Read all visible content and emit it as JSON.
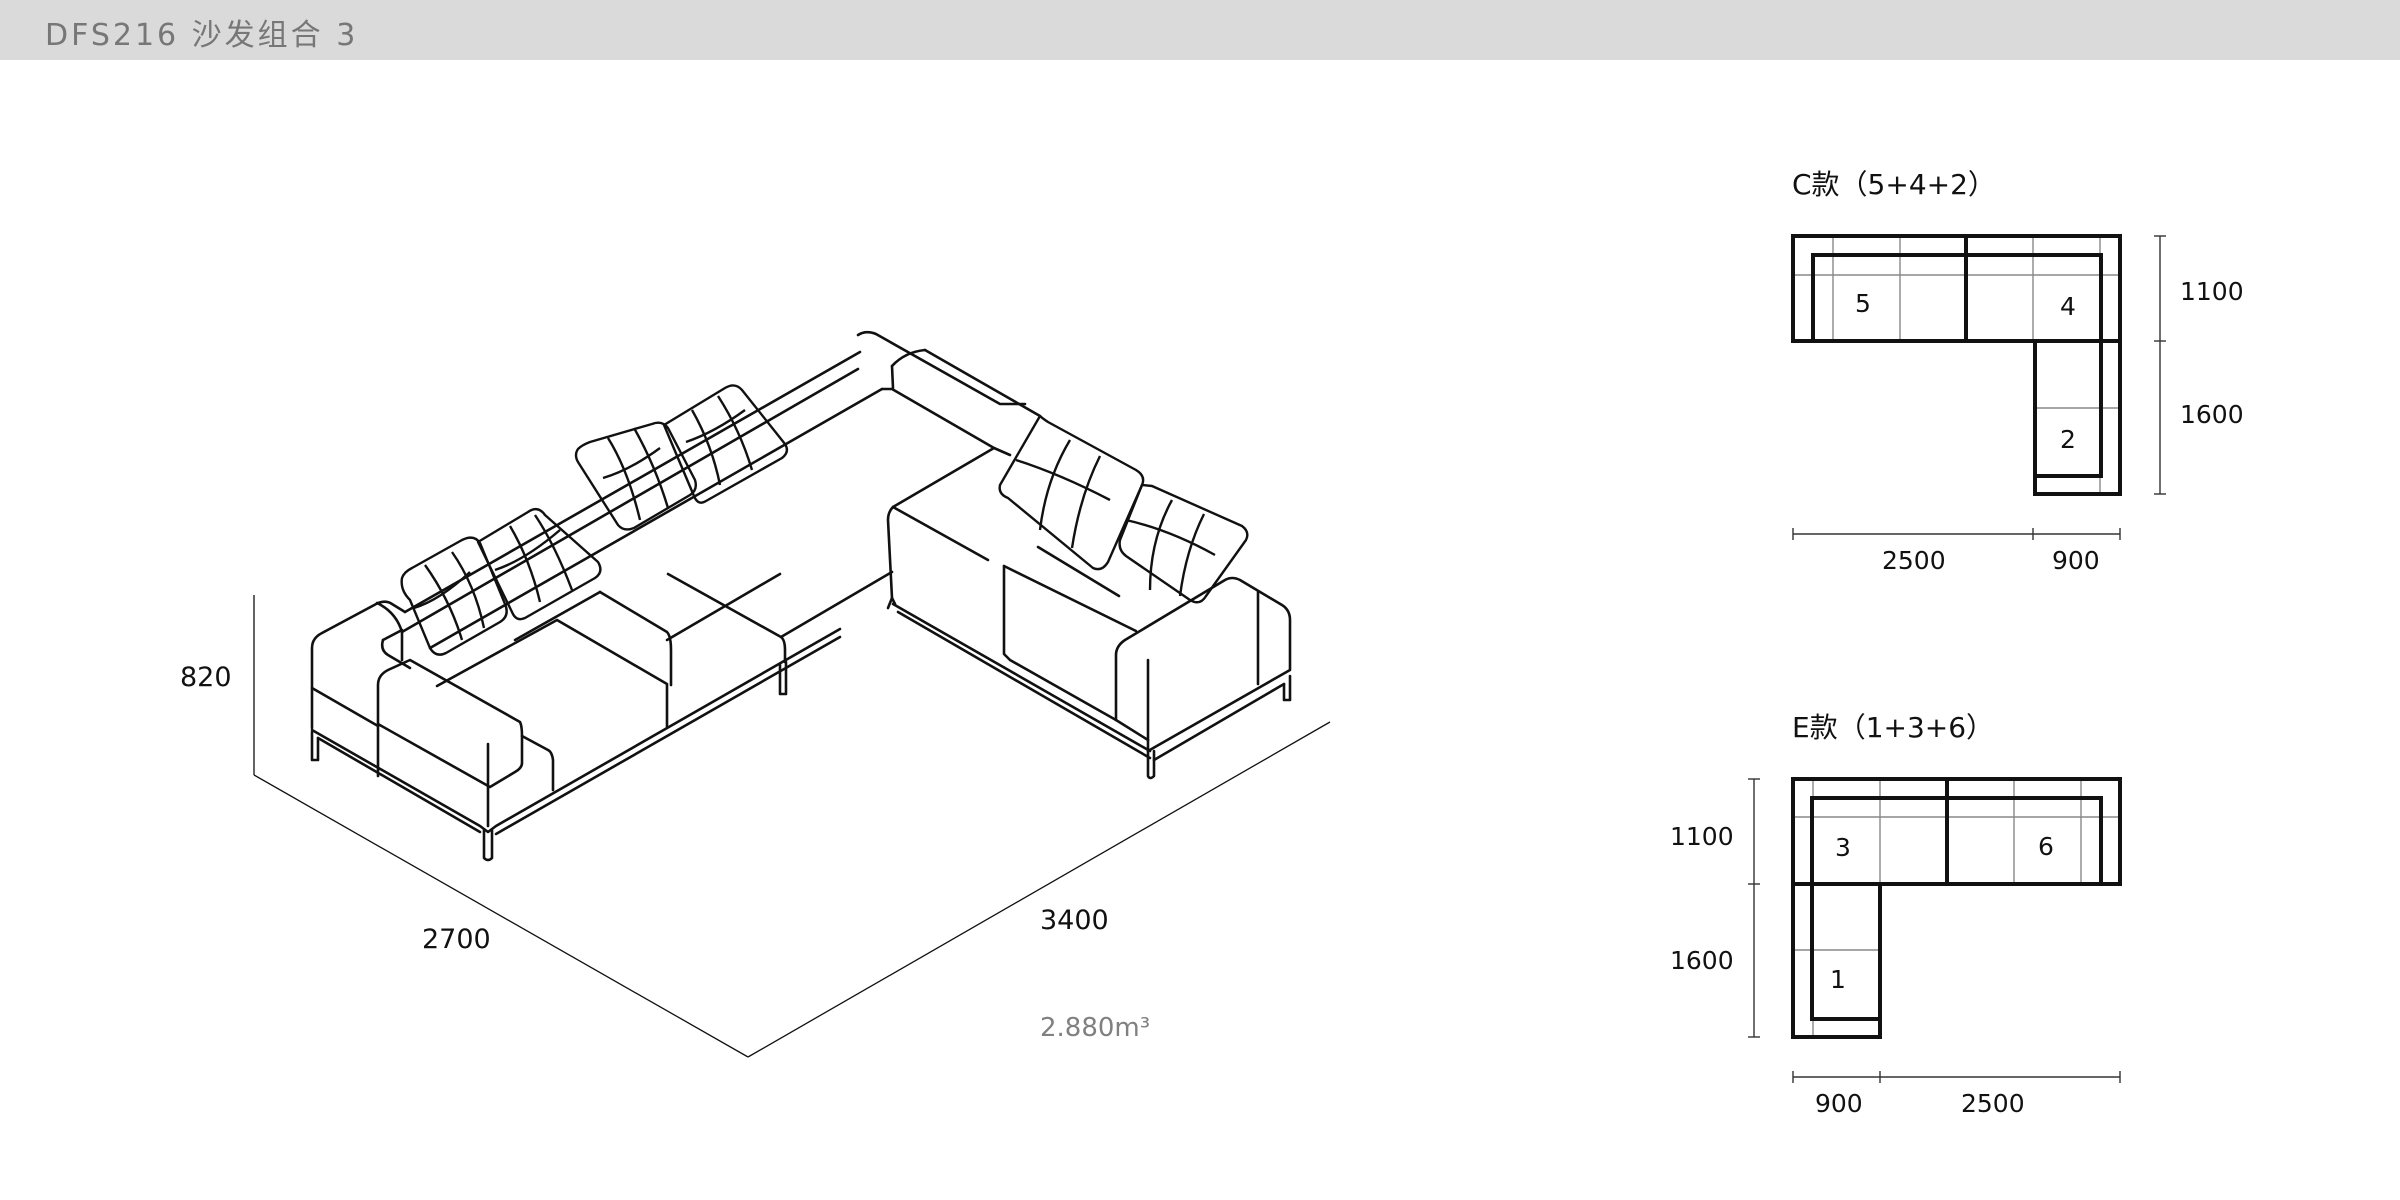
{
  "header": {
    "title": "DFS216 沙发组合 3"
  },
  "iso_view": {
    "height_dim": "820",
    "depth_dim": "2700",
    "width_dim": "3400",
    "volume": "2.880m³"
  },
  "variants": [
    {
      "title": "C款（5+4+2）",
      "modules": [
        "5",
        "4",
        "2"
      ],
      "dims": {
        "top_height": "1100",
        "leg_height": "1600",
        "width_main": "2500",
        "width_leg": "900"
      }
    },
    {
      "title": "E款（1+3+6）",
      "modules": [
        "3",
        "6",
        "1"
      ],
      "dims": {
        "top_height": "1100",
        "leg_height": "1600",
        "width_leg": "900",
        "width_main": "2500"
      }
    }
  ],
  "colors": {
    "header_bg": "#dadada",
    "header_text": "#777777",
    "line": "#111111",
    "grid": "#888888",
    "volume_text": "#808080"
  }
}
